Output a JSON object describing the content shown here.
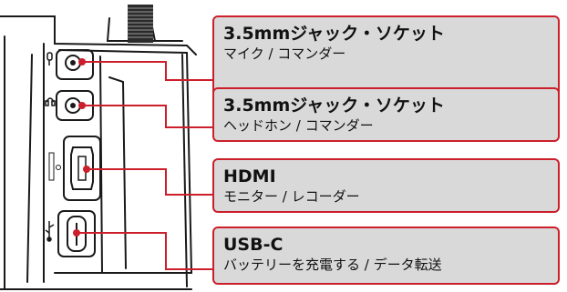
{
  "callouts": [
    {
      "title": "3.5mmジャック・ソケット",
      "subtitle": "マイク / コマンダー"
    },
    {
      "title": "3.5mmジャック・ソケット",
      "subtitle": "ヘッドホン / コマンダー"
    },
    {
      "title": "HDMI",
      "subtitle": "モニター / レコーダー"
    },
    {
      "title": "USB-C",
      "subtitle": "バッテリーを充電する / データ転送"
    }
  ],
  "colors": {
    "leader": "#cc1f2b",
    "box_fill": "#d9d9d9",
    "camera_stroke": "#1a1a1a"
  },
  "icons": [
    "microphone-icon",
    "headphone-icon",
    "hdmi-icon",
    "usb-icon"
  ]
}
